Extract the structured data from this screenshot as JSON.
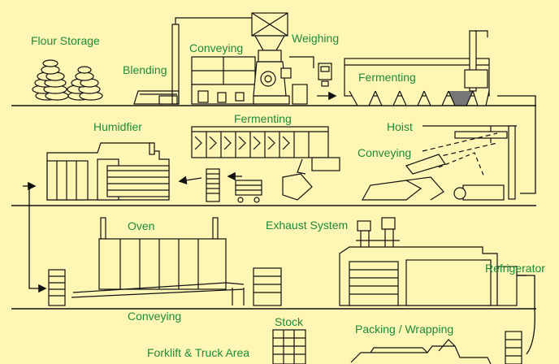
{
  "diagram": {
    "colors": {
      "background": "#fdf6b4",
      "label": "#1f8a3b",
      "stroke": "#111111"
    },
    "labels": {
      "flour_storage": "Flour Storage",
      "blending": "Blending",
      "conveying_top": "Conveying",
      "weighing": "Weighing",
      "fermenting_top": "Fermenting",
      "humidifier": "Humidfier",
      "fermenting_mid": "Fermenting",
      "hoist": "Hoist",
      "conveying_mid": "Conveying",
      "oven": "Oven",
      "exhaust_system": "Exhaust System",
      "refrigerator": "Refrigerator",
      "conveying_bottom": "Conveying",
      "stock": "Stock",
      "packing_wrapping": "Packing / Wrapping",
      "forklift_truck_area": "Forklift & Truck Area"
    }
  }
}
